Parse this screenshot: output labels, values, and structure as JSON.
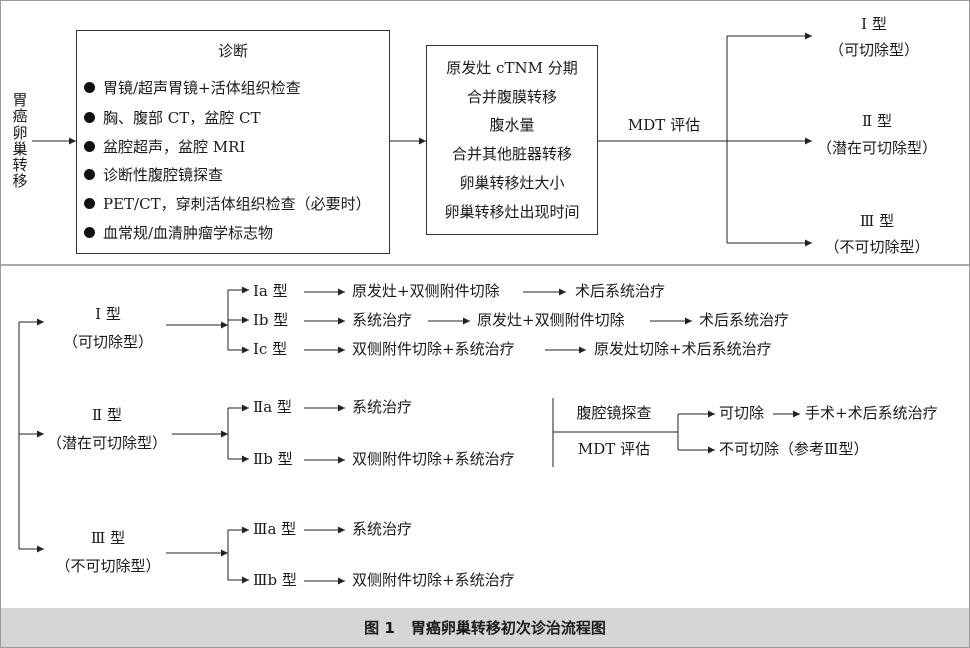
{
  "side_label": [
    "胃",
    "癌",
    "卵",
    "巢",
    "转",
    "移"
  ],
  "diagnosis": {
    "title": "诊断",
    "items": [
      "胃镜/超声胃镜+活体组织检查",
      "胸、腹部 CT，盆腔 CT",
      "盆腔超声，盆腔 MRI",
      "诊断性腹腔镜探查",
      "PET/CT，穿刺活体组织检查（必要时）",
      "血常规/血清肿瘤学标志物"
    ]
  },
  "assessment_factors": [
    "原发灶 cTNM 分期",
    "合并腹膜转移",
    "腹水量",
    "合并其他脏器转移",
    "卵巢转移灶大小",
    "卵巢转移灶出现时间"
  ],
  "mdt_label": "MDT 评估",
  "top_types": [
    {
      "name": "Ⅰ 型",
      "desc": "（可切除型）"
    },
    {
      "name": "Ⅱ 型",
      "desc": "（潜在可切除型）"
    },
    {
      "name": "Ⅲ 型",
      "desc": "（不可切除型）"
    }
  ],
  "lower_types": [
    {
      "name": "Ⅰ 型",
      "desc": "（可切除型）"
    },
    {
      "name": "Ⅱ 型",
      "desc": "（潜在可切除型）"
    },
    {
      "name": "Ⅲ 型",
      "desc": "（不可切除型）"
    }
  ],
  "subtypes": {
    "Ia": {
      "label": "Ⅰa 型",
      "steps": [
        "原发灶+双侧附件切除",
        "术后系统治疗"
      ]
    },
    "Ib": {
      "label": "Ⅰb 型",
      "steps": [
        "系统治疗",
        "原发灶+双侧附件切除",
        "术后系统治疗"
      ]
    },
    "Ic": {
      "label": "Ⅰc 型",
      "steps": [
        "双侧附件切除+系统治疗",
        "原发灶切除+术后系统治疗"
      ]
    },
    "IIa": {
      "label": "Ⅱa 型",
      "steps": [
        "系统治疗"
      ]
    },
    "IIb": {
      "label": "Ⅱb 型",
      "steps": [
        "双侧附件切除+系统治疗"
      ]
    },
    "IIIa": {
      "label": "Ⅲa 型",
      "steps": [
        "系统治疗"
      ]
    },
    "IIIb": {
      "label": "Ⅲb 型",
      "steps": [
        "双侧附件切除+系统治疗"
      ]
    }
  },
  "reassess": {
    "laparoscopy": "腹腔镜探查",
    "mdt": "MDT 评估",
    "resectable": "可切除",
    "resectable_next": "手术+术后系统治疗",
    "unresectable": "不可切除（参考Ⅲ型）"
  },
  "caption": {
    "number": "图 1",
    "text": "胃癌卵巢转移初次诊治流程图"
  }
}
